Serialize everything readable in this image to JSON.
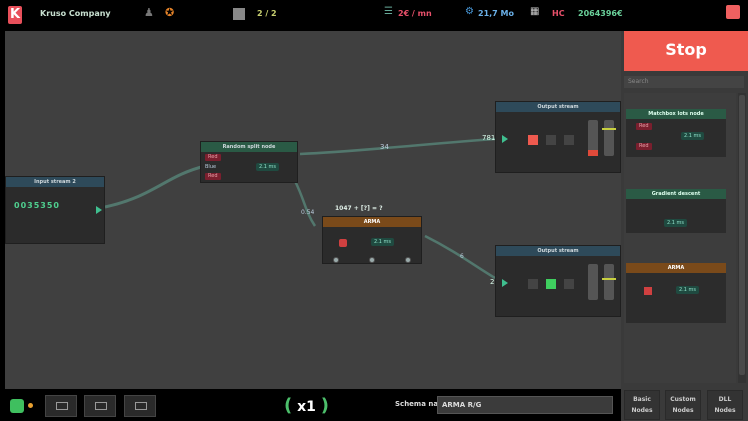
{
  "header": {
    "company": "Kruso Company",
    "page_counter": "2 / 2",
    "budget_used": "2€ / mn",
    "memory": "21,7 Mo",
    "cost_label": "HC",
    "cost_value": "2064396€"
  },
  "canvas": {
    "nodes": {
      "input_stream": {
        "title": "Input stream 2",
        "value": "0035350"
      },
      "random_split": {
        "title": "Random split node",
        "row1": "Red",
        "row2": "Blue",
        "row3": "Red",
        "perf": "2.1 ms"
      },
      "arma": {
        "title": "ARMA",
        "formula": "1047 + [?] = ?",
        "perf": "2.1 ms"
      },
      "output_top": {
        "title": "Output stream",
        "count": "781"
      },
      "output_bottom": {
        "title": "Output stream",
        "count": "2"
      }
    },
    "edge_labels": {
      "to_output_top": "34",
      "split_to_arma": "0.54",
      "arma_to_bottom": "6"
    }
  },
  "right_panel": {
    "stop_label": "Stop",
    "search_placeholder": "Search",
    "library": [
      {
        "title": "Matchbox lots node",
        "row1": "Red",
        "row2": "Red",
        "perf": "2.1 ms"
      },
      {
        "title": "Gradient descent",
        "perf": "2.1 ms"
      },
      {
        "title": "ARMA",
        "perf": "2.1 ms"
      }
    ],
    "buttons": [
      {
        "label_1": "Basic",
        "label_2": "Nodes"
      },
      {
        "label_1": "Custom",
        "label_2": "Nodes"
      },
      {
        "label_1": "DLL",
        "label_2": "Nodes"
      }
    ]
  },
  "bottom": {
    "speed": "x1",
    "schema_label": "Schema name :",
    "schema_value": "ARMA R/G"
  },
  "colors": {
    "stop": "#ef5a4f",
    "accent_green": "#3fbf8f",
    "arma_header": "#7a4a1a"
  }
}
